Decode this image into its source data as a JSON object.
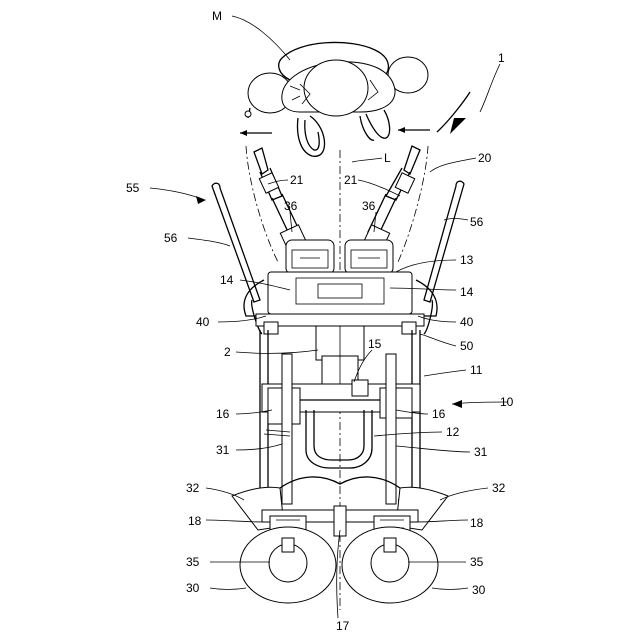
{
  "labels": {
    "M": "M",
    "n1": "1",
    "L": "L",
    "n20": "20",
    "n55": "55",
    "n21a": "21",
    "n21b": "21",
    "n36a": "36",
    "n36b": "36",
    "n56a": "56",
    "n56b": "56",
    "n13": "13",
    "n14a": "14",
    "n14b": "14",
    "n40a": "40",
    "n40b": "40",
    "n2": "2",
    "n15": "15",
    "n50": "50",
    "n11": "11",
    "n10": "10",
    "n16a": "16",
    "n16b": "16",
    "n12": "12",
    "n31a": "31",
    "n31b": "31",
    "n32a": "32",
    "n32b": "32",
    "n18a": "18",
    "n18b": "18",
    "n35a": "35",
    "n35b": "35",
    "n30a": "30",
    "n30b": "30",
    "n17": "17"
  }
}
